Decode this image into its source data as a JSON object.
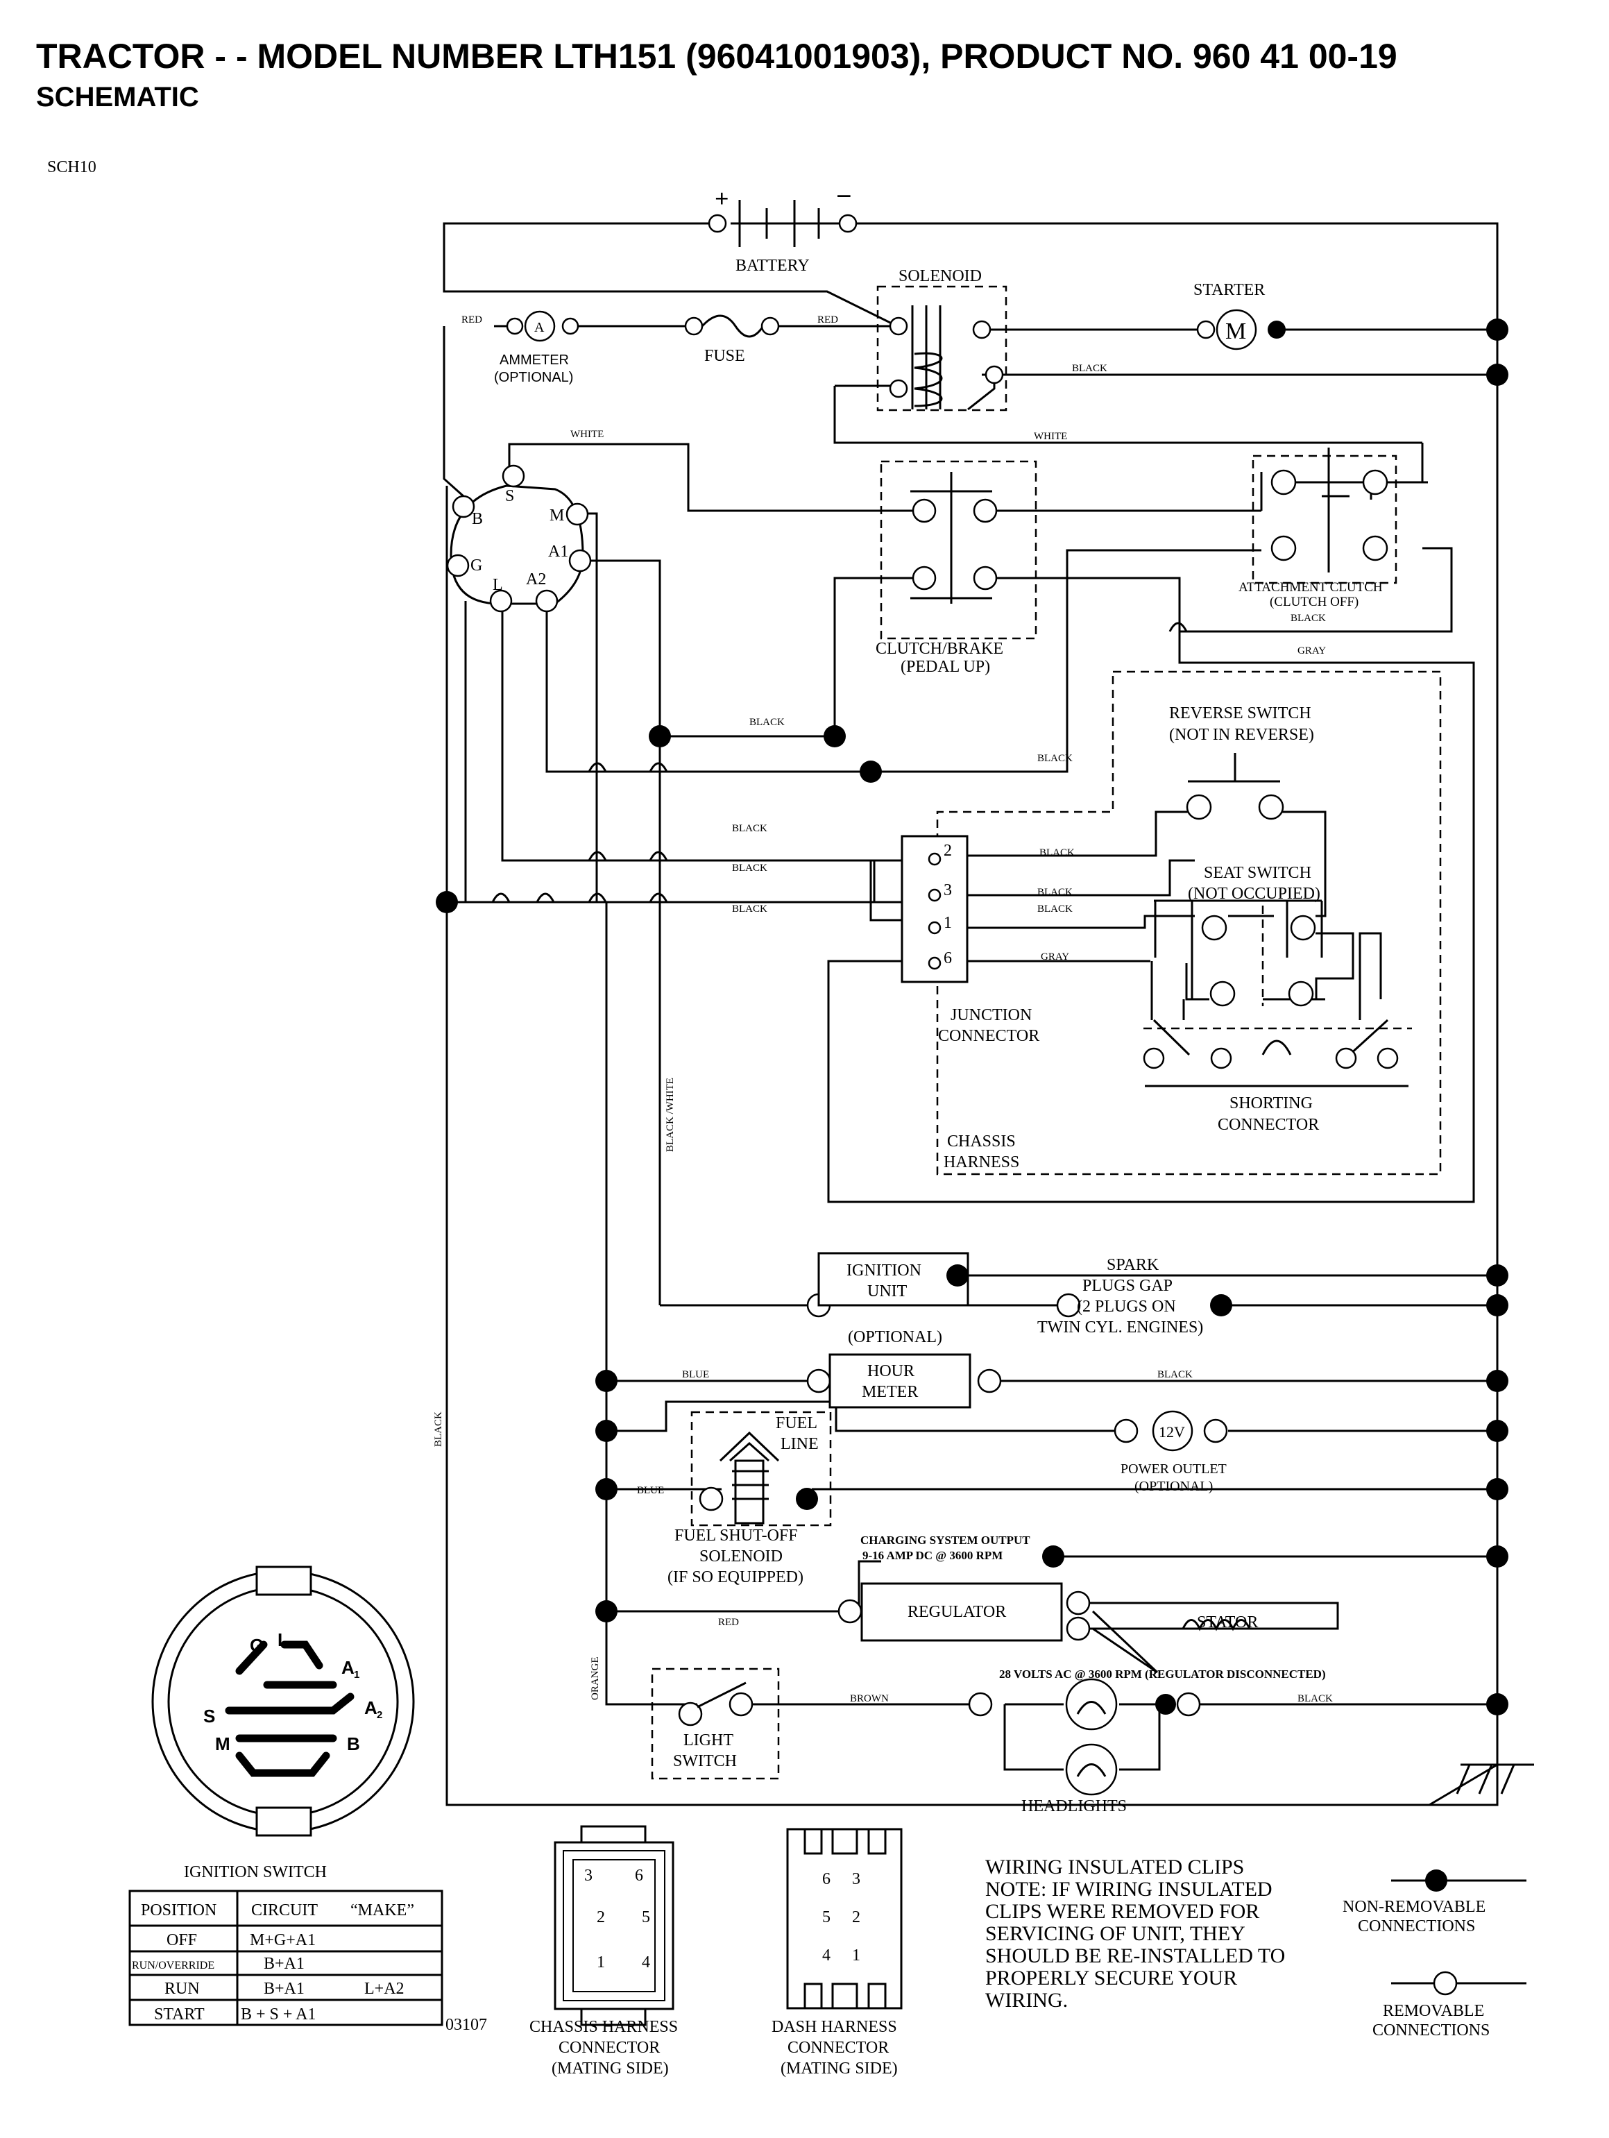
{
  "header": {
    "title": "TRACTOR - - MODEL NUMBER LTH151 (96041001903), PRODUCT NO. 960 41 00-19",
    "subtitle": "SCHEMATIC",
    "doc_id": "SCH10"
  },
  "battery": {
    "label": "BATTERY",
    "plus": "+",
    "minus": "−"
  },
  "solenoid": {
    "label": "SOLENOID"
  },
  "starter": {
    "label": "STARTER",
    "symbol": "M"
  },
  "ammeter": {
    "label": "AMMETER",
    "sub": "(OPTIONAL)",
    "symbol": "A"
  },
  "fuse": {
    "label": "FUSE"
  },
  "ignition_terminals": {
    "s": "S",
    "b": "B",
    "m": "M",
    "g": "G",
    "a1": "A1",
    "l": "L",
    "a2": "A2"
  },
  "wires": {
    "red1": "RED",
    "red2": "RED",
    "red3": "RED",
    "black_starter": "BLACK",
    "white1": "WHITE",
    "white2": "WHITE",
    "black_clutch": "BLACK",
    "black_brake": "BLACK",
    "black_mid": "BLACK",
    "gray_top": "GRAY",
    "black_j1": "BLACK",
    "black_j2": "BLACK",
    "black_j3": "BLACK",
    "black_r1": "BLACK",
    "black_r2": "BLACK",
    "black_r3": "BLACK",
    "gray_j": "GRAY",
    "black_white": "BLACK /WHITE",
    "black_vert": "BLACK",
    "blue1": "BLUE",
    "blue2": "BLUE",
    "black_hour": "BLACK",
    "orange": "ORANGE",
    "brown": "BROWN",
    "black_head": "BLACK"
  },
  "clutch_brake": {
    "line1": "CLUTCH/BRAKE",
    "line2": "(PEDAL UP)"
  },
  "attachment_clutch": {
    "line1": "ATTACHMENT CLUTCH",
    "line2": "(CLUTCH OFF)"
  },
  "reverse_switch": {
    "line1": "REVERSE SWITCH",
    "line2": "(NOT IN REVERSE)"
  },
  "seat_switch": {
    "line1": "SEAT SWITCH",
    "line2": "(NOT OCCUPIED)"
  },
  "junction": {
    "line1": "JUNCTION",
    "line2": "CONNECTOR",
    "pins": [
      "2",
      "3",
      "1",
      "6"
    ]
  },
  "shorting": {
    "line1": "SHORTING",
    "line2": "CONNECTOR"
  },
  "chassis_harness": {
    "line1": "CHASSIS",
    "line2": "HARNESS"
  },
  "ignition_unit": {
    "line1": "IGNITION",
    "line2": "UNIT"
  },
  "spark_plugs": {
    "line1": "SPARK",
    "line2": "PLUGS GAP",
    "line3": "(2 PLUGS ON",
    "line4": "TWIN CYL. ENGINES)"
  },
  "hour_meter": {
    "optional": "(OPTIONAL)",
    "line1": "HOUR",
    "line2": "METER"
  },
  "fuel_line": {
    "line1": "FUEL",
    "line2": "LINE"
  },
  "power_outlet": {
    "symbol": "12V",
    "line1": "POWER OUTLET",
    "line2": "(OPTIONAL)"
  },
  "fuel_solenoid": {
    "line1": "FUEL SHUT-OFF",
    "line2": "SOLENOID",
    "line3": "(IF SO EQUIPPED)"
  },
  "charging": {
    "line1": "CHARGING SYSTEM OUTPUT",
    "line2": "9-16 AMP DC @ 3600 RPM",
    "ac_note": "28 VOLTS AC @ 3600 RPM (REGULATOR DISCONNECTED)"
  },
  "regulator": {
    "label": "REGULATOR"
  },
  "stator": {
    "label": "STATOR"
  },
  "light_switch": {
    "line1": "LIGHT",
    "line2": "SWITCH"
  },
  "headlights": {
    "label": "HEADLIGHTS"
  },
  "ignition_switch": {
    "title": "IGNITION SWITCH",
    "face": {
      "g": "G",
      "l": "L",
      "a1": "A",
      "a1_sub": "1",
      "s": "S",
      "a2": "A",
      "a2_sub": "2",
      "m": "M",
      "b": "B"
    },
    "headers": [
      "POSITION",
      "CIRCUIT",
      "“MAKE”"
    ],
    "rows": [
      {
        "position": "OFF",
        "circuit": "M+G+A1",
        "make": ""
      },
      {
        "position": "RUN/OVERRIDE",
        "circuit": "B+A1",
        "make": ""
      },
      {
        "position": "RUN",
        "circuit": "B+A1",
        "make": "L+A2"
      },
      {
        "position": "START",
        "circuit": "B + S + A1",
        "make": ""
      }
    ]
  },
  "part_code": "03107",
  "chassis_connector": {
    "line1": "CHASSIS HARNESS",
    "line2": "CONNECTOR",
    "line3": "(MATING SIDE)",
    "pins": [
      "3",
      "6",
      "2",
      "5",
      "1",
      "4"
    ]
  },
  "dash_connector": {
    "line1": "DASH HARNESS",
    "line2": "CONNECTOR",
    "line3": "(MATING SIDE)",
    "pins": [
      "6",
      "3",
      "5",
      "2",
      "4",
      "1"
    ]
  },
  "note": {
    "title": "WIRING INSULATED CLIPS",
    "lines": [
      "NOTE:  IF WIRING INSULATED",
      "CLIPS WERE REMOVED FOR",
      "SERVICING OF UNIT, THEY",
      "SHOULD BE RE-INSTALLED TO",
      "PROPERLY SECURE YOUR",
      " WIRING."
    ]
  },
  "legend": {
    "non_removable": {
      "line1": "NON-REMOVABLE",
      "line2": "CONNECTIONS"
    },
    "removable": {
      "line1": "REMOVABLE",
      "line2": "CONNECTIONS"
    }
  }
}
